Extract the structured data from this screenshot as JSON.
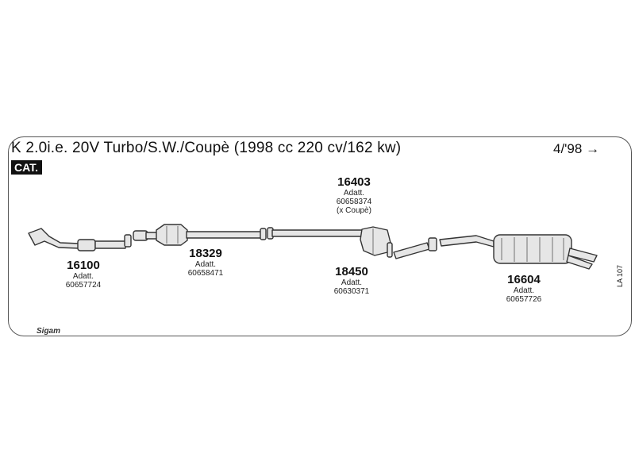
{
  "header": {
    "title": "K 2.0i.e. 20V Turbo/S.W./Coupè (1998 cc 220 cv/162 kw)",
    "date": "4/'98",
    "badge": "CAT."
  },
  "parts": [
    {
      "number": "16100",
      "adatt_label": "Adatt.",
      "adatt_code": "60657724",
      "note": ""
    },
    {
      "number": "18329",
      "adatt_label": "Adatt.",
      "adatt_code": "60658471",
      "note": ""
    },
    {
      "number": "16403",
      "adatt_label": "Adatt.",
      "adatt_code": "60658374",
      "note": "(x Coupè)"
    },
    {
      "number": "18450",
      "adatt_label": "Adatt.",
      "adatt_code": "60630371",
      "note": ""
    },
    {
      "number": "16604",
      "adatt_label": "Adatt.",
      "adatt_code": "60657726",
      "note": ""
    }
  ],
  "footer": {
    "reference_code": "LA 107",
    "logo_text": "Sigam"
  }
}
